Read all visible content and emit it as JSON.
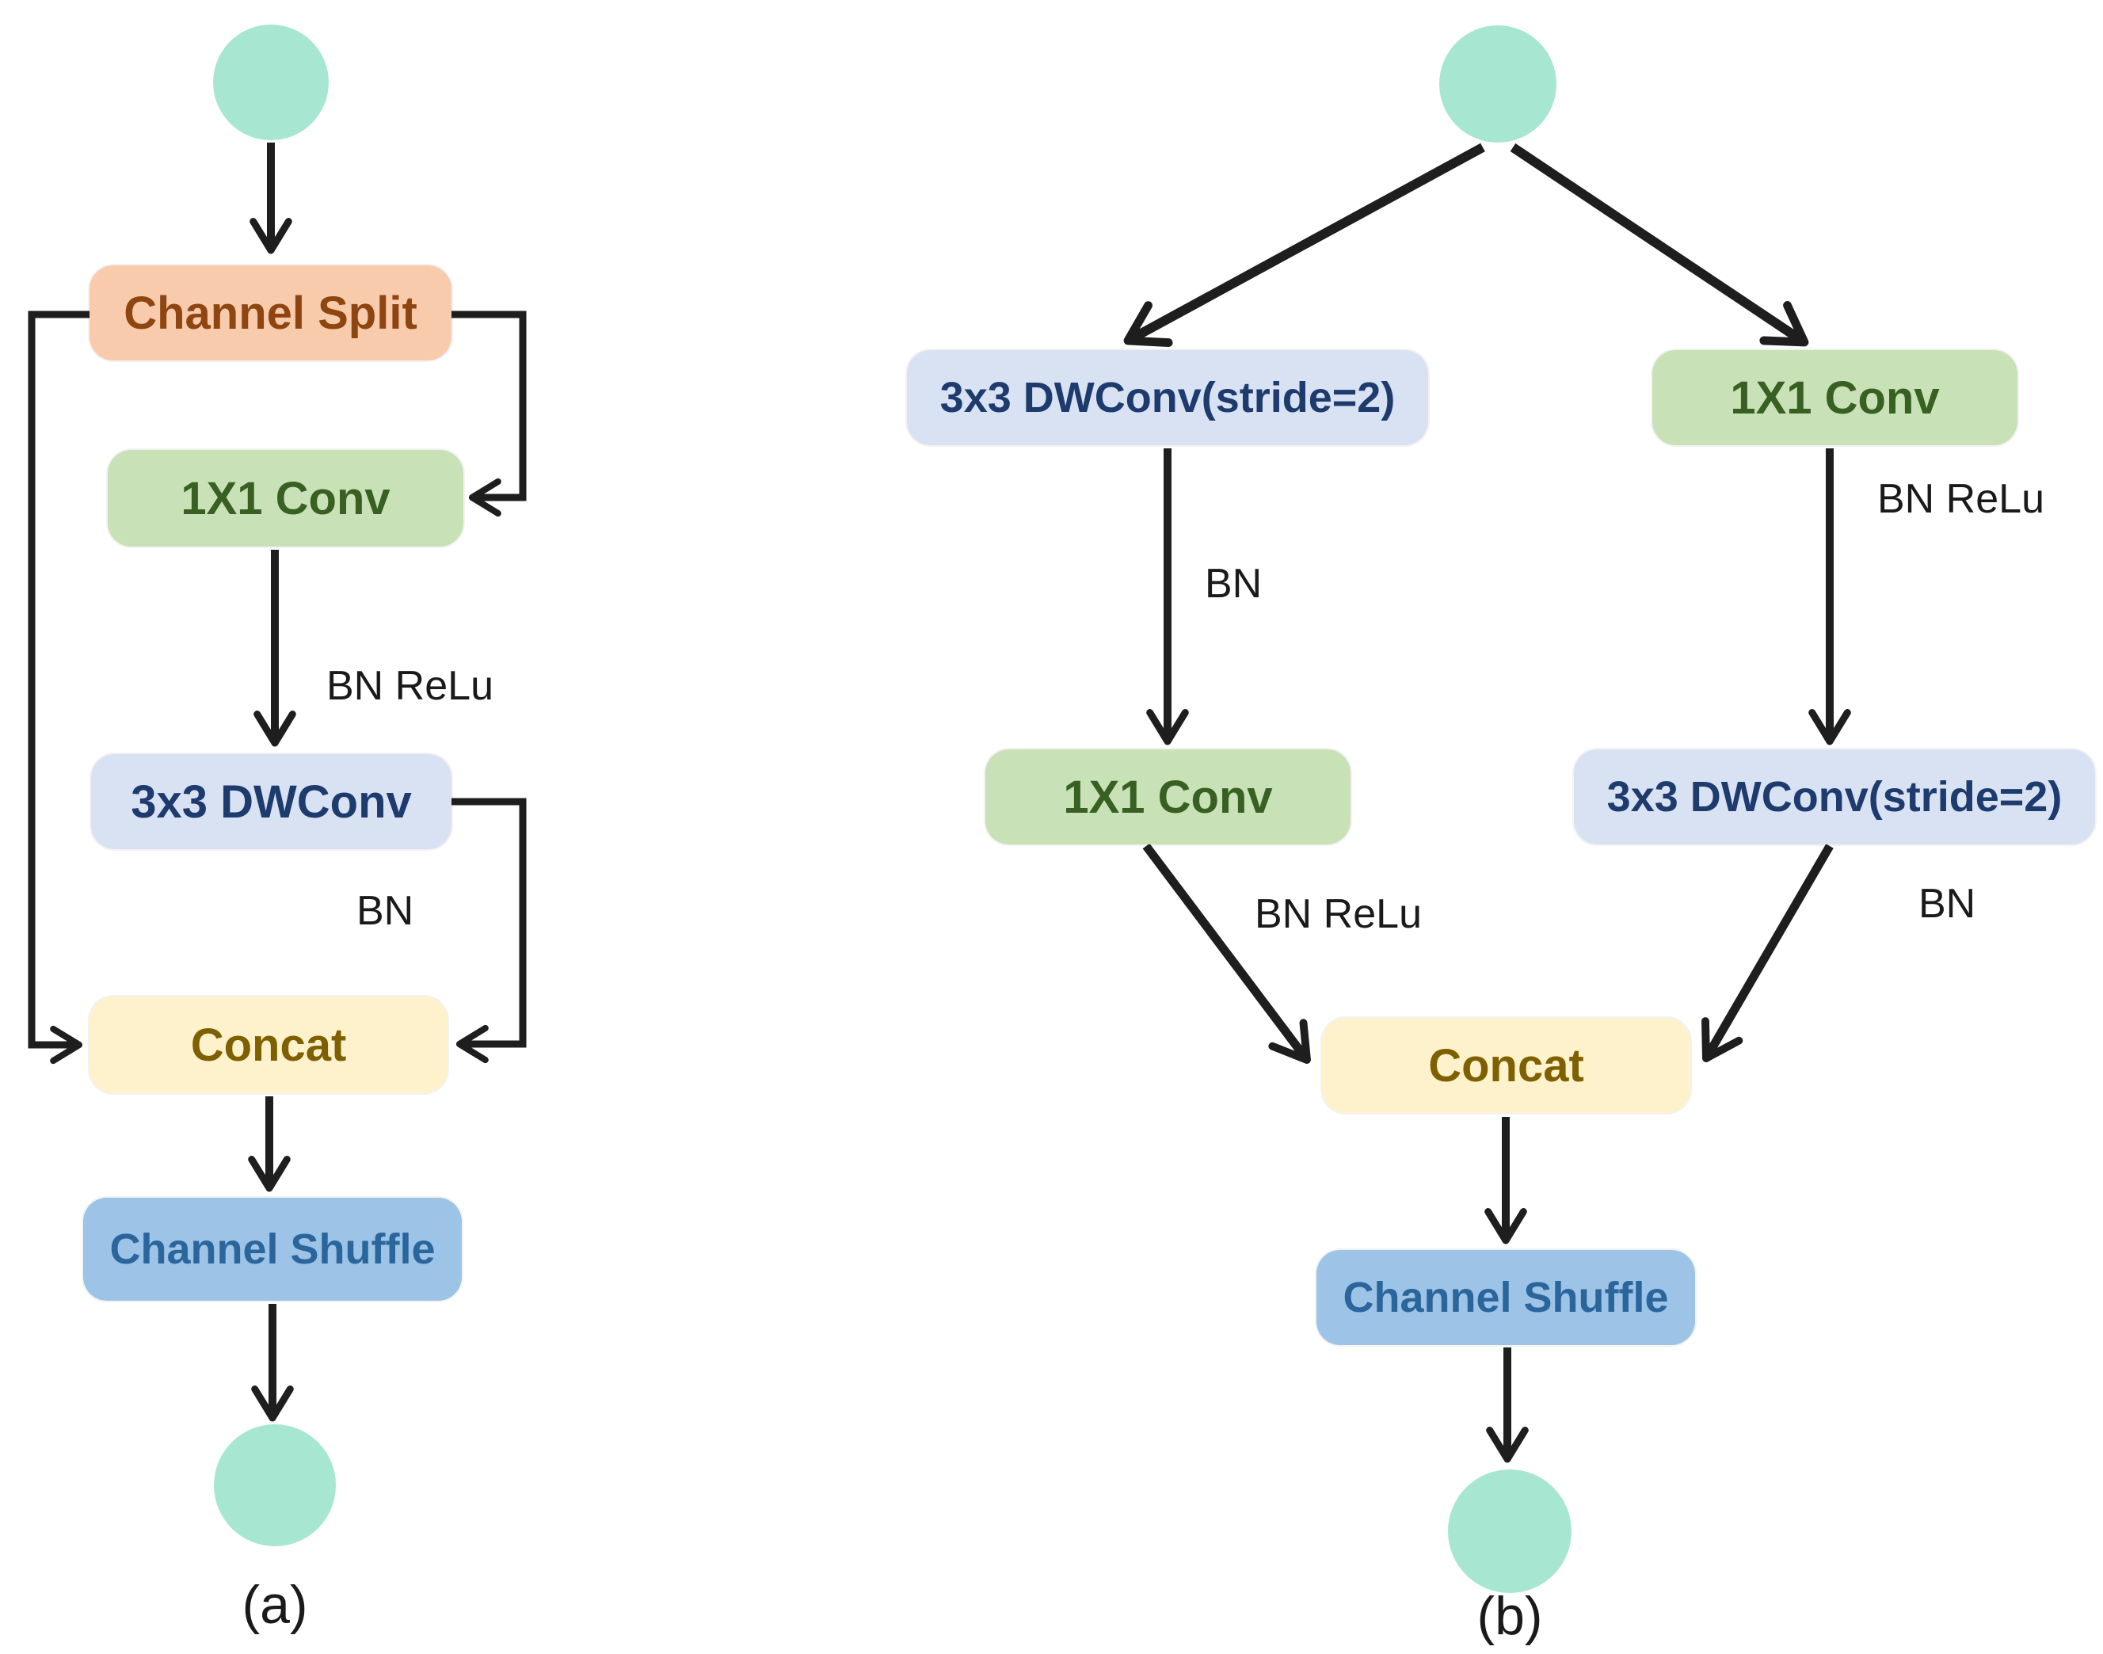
{
  "colors": {
    "background": "#ffffff",
    "node_circle": "#a7e7d1",
    "split_fill": "#f8cbad",
    "split_text": "#8e4510",
    "conv_fill": "#c8e1b6",
    "conv_text": "#386023",
    "dwconv_fill": "#d9e2f3",
    "dwconv_text": "#1e3b6e",
    "concat_fill": "#fdf2cc",
    "concat_text": "#7f6000",
    "shuffle_fill": "#9dc3e6",
    "shuffle_text": "#2a659c",
    "label_text": "#1a1a1a",
    "arrow": "#1e1e1e"
  },
  "diagram_a": {
    "caption": "(a)",
    "boxes": {
      "channel_split": "Channel Split",
      "conv1x1": "1X1 Conv",
      "dwconv": "3x3 DWConv",
      "concat": "Concat",
      "channel_shuffle": "Channel Shuffle"
    },
    "annotations": {
      "bn_relu": "BN ReLu",
      "bn": "BN"
    }
  },
  "diagram_b": {
    "caption": "(b)",
    "boxes": {
      "dwconv_stride_left": "3x3 DWConv(stride=2)",
      "conv1x1_right": "1X1 Conv",
      "conv1x1_left": "1X1 Conv",
      "dwconv_stride_right": "3x3 DWConv(stride=2)",
      "concat": "Concat",
      "channel_shuffle": "Channel Shuffle"
    },
    "annotations": {
      "bn_left": "BN",
      "bn_relu_right": "BN ReLu",
      "bn_relu_left": "BN ReLu",
      "bn_right": "BN"
    }
  }
}
